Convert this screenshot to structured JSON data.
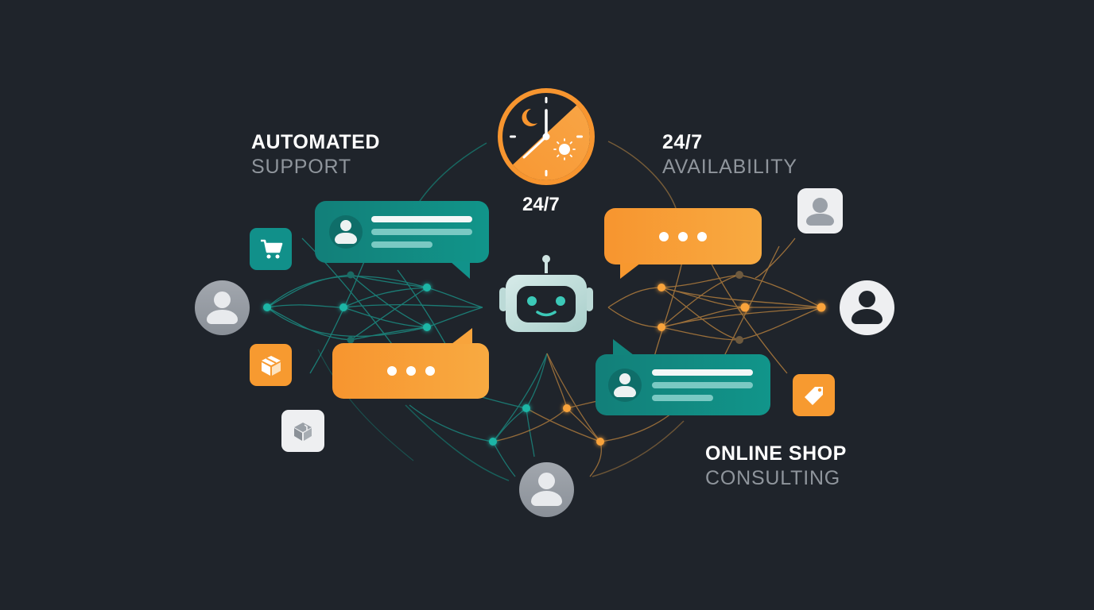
{
  "labels": {
    "automated": {
      "title": "AUTOMATED",
      "sub": "SUPPORT"
    },
    "availability": {
      "title": "24/7",
      "sub": "AVAILABILITY"
    },
    "online_shop": {
      "title": "ONLINE SHOP",
      "sub": "CONSULTING"
    }
  },
  "clock": {
    "caption": "24/7",
    "icons": [
      "moon-icon",
      "sun-icon"
    ]
  },
  "bubbles": [
    {
      "id": "teal-top-left",
      "type": "message",
      "color": "#11958a"
    },
    {
      "id": "orange-top-right",
      "type": "typing",
      "color": "#f8a23a"
    },
    {
      "id": "orange-bottom-left",
      "type": "typing",
      "color": "#f8a23a"
    },
    {
      "id": "teal-bottom-right",
      "type": "message",
      "color": "#11958a"
    }
  ],
  "icons": {
    "left": [
      "cart-icon",
      "user-icon",
      "package-icon",
      "box-icon"
    ],
    "right": [
      "user-icon",
      "user-icon",
      "tag-icon"
    ],
    "bottom": [
      "user-icon"
    ],
    "center": "robot-icon"
  },
  "colors": {
    "background": "#1f242b",
    "teal": "#11958a",
    "teal_node": "#1fb6a6",
    "orange": "#f7952f",
    "orange_node": "#f9a33a",
    "gray_text": "#8f959c",
    "white": "#ffffff"
  }
}
